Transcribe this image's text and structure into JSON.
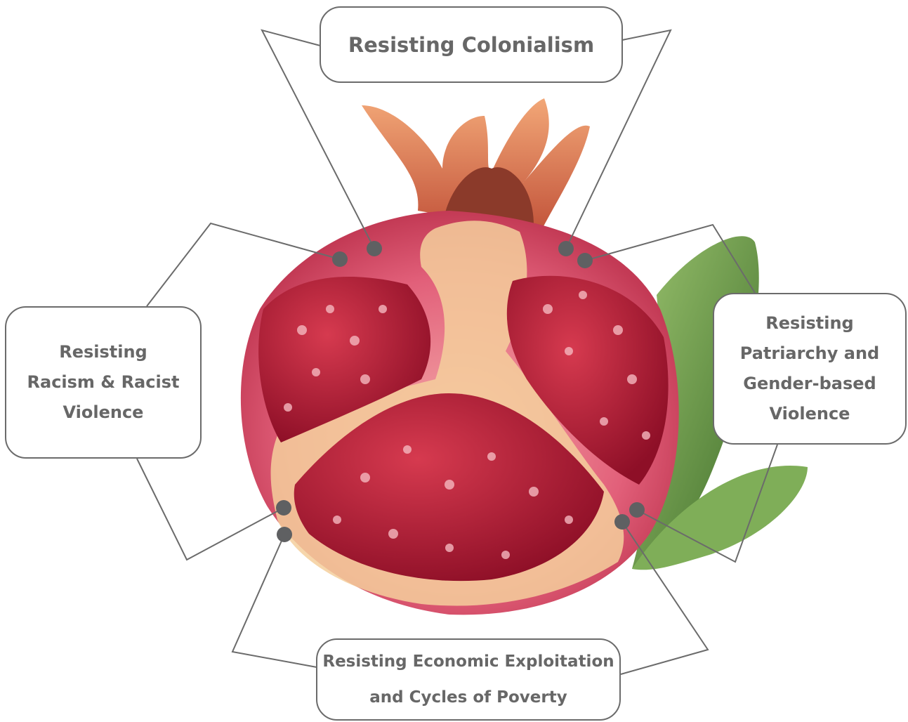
{
  "labels": {
    "colonialism": "Resisting Colonialism",
    "racism": "Resisting\nRacism & Racist\nViolence",
    "patriarchy": "Resisting\nPatriarchy and\nGender-based\nViolence",
    "economic": "Resisting Economic Exploitation\nand Cycles of Poverty"
  },
  "colors": {
    "line": "#6b6b6b",
    "dot": "#5f6062",
    "text": "#676767",
    "rind": "#d9475e",
    "aril": "#a8172f",
    "pith": "#f2cc9a",
    "crown": "#e0895e",
    "leaf": "#6aa04a"
  }
}
